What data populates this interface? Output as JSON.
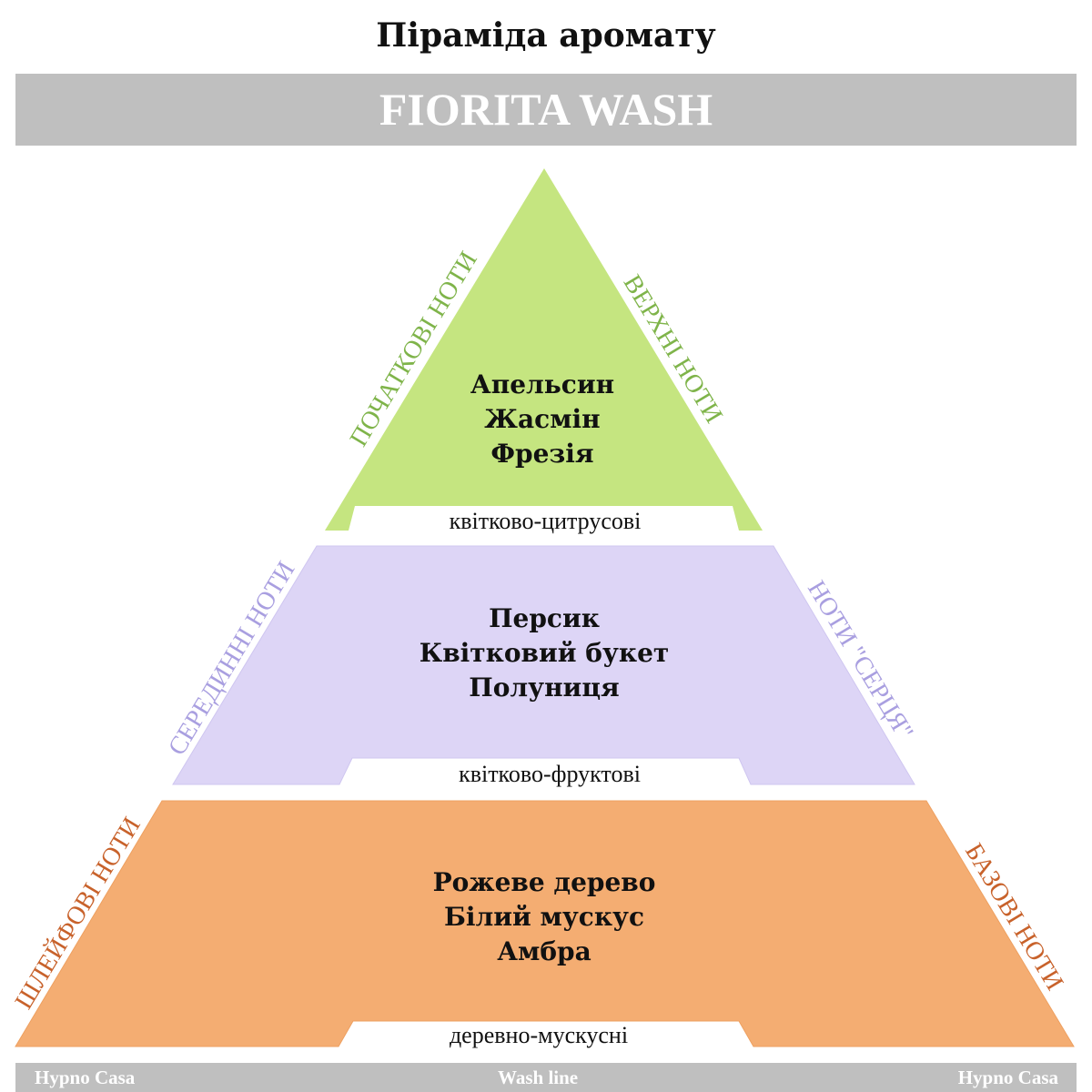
{
  "title": "Піраміда аромату",
  "product": "FIORITA WASH",
  "tiers": [
    {
      "notes": [
        "Апельсин",
        "Жасмін",
        "Фрезія"
      ],
      "accord": "квітково-цитрусові",
      "left_label": "ПОЧАТКОВІ НОТИ",
      "right_label": "ВЕРХНІ НОТИ",
      "color": "#c5e580",
      "label_color": "#7fb44a"
    },
    {
      "notes": [
        "Персик",
        "Квітковий букет",
        "Полуниця"
      ],
      "accord": "квітково-фруктові",
      "left_label": "СЕРЕДИННІ НОТИ",
      "right_label": "НОТИ \"СЕРЦЯ\"",
      "color": "#ddd5f6",
      "label_color": "#a99fe0"
    },
    {
      "notes": [
        "Рожеве дерево",
        "Білий мускус",
        "Амбра"
      ],
      "accord": "деревно-мускусні",
      "left_label": "ШЛЕЙФОВІ НОТИ",
      "right_label": "БАЗОВІ НОТИ",
      "color": "#f4ad72",
      "label_color": "#c8622b"
    }
  ],
  "footer": {
    "left": "Hypno Casa",
    "center": "Wash line",
    "right": "Hypno Casa"
  }
}
